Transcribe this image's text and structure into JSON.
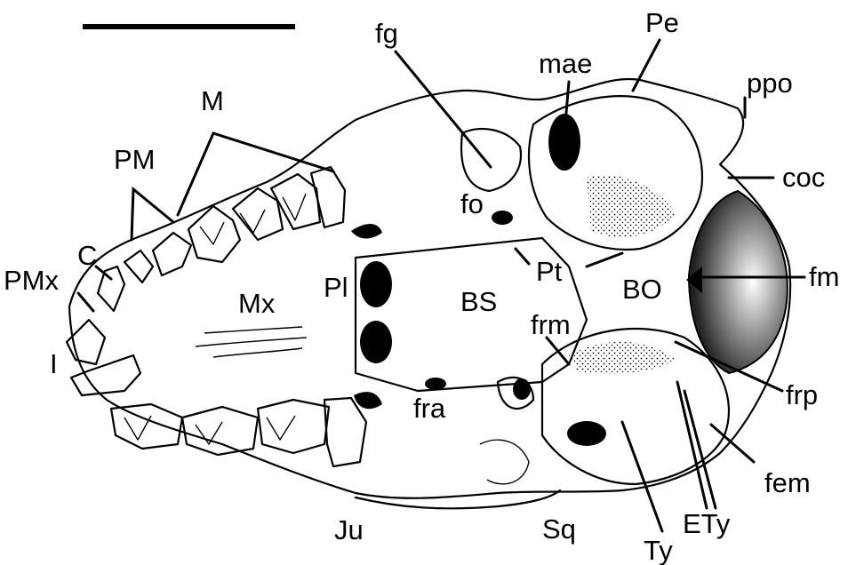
{
  "figure": {
    "labels": {
      "fg": "fg",
      "Pe": "Pe",
      "mae": "mae",
      "ppo": "ppo",
      "M": "M",
      "coc": "coc",
      "PM": "PM",
      "fo": "fo",
      "C": "C",
      "PMx": "PMx",
      "Pt": "Pt",
      "fm": "fm",
      "Pl": "Pl",
      "Mx": "Mx",
      "BS": "BS",
      "BO": "BO",
      "frm": "frm",
      "I": "I",
      "frp": "frp",
      "fra": "fra",
      "fem": "fem",
      "Ju": "Ju",
      "Sq": "Sq",
      "ETy": "ETy",
      "Ty": "Ty"
    },
    "colors": {
      "ink": "#000000",
      "background": "#ffffff",
      "shading": "#8a8a8a"
    }
  }
}
